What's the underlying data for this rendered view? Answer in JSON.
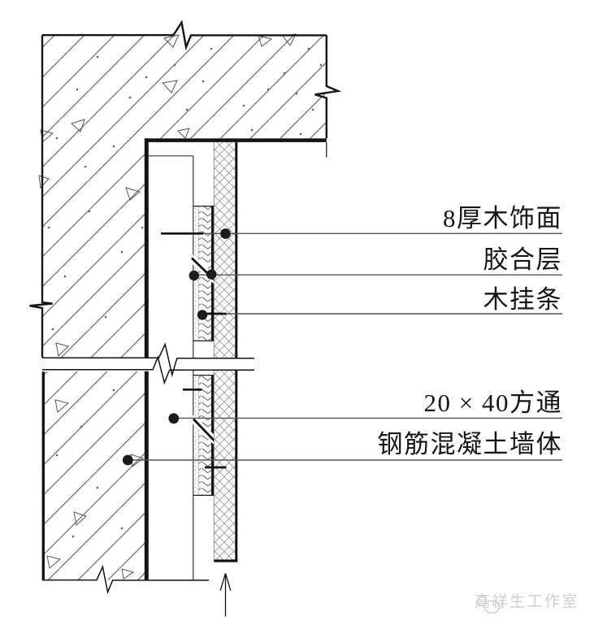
{
  "callouts": {
    "veneer": "8厚木饰面",
    "glue": "胶合层",
    "batten": "木挂条",
    "tube": "20 × 40方通",
    "wall": "钢筋混凝土墙体"
  },
  "watermark": {
    "studio_name": "高祥生工作室"
  },
  "colors": {
    "line": "#141414",
    "hatch": "#555555",
    "leader": "#555555",
    "watermark": "#cfcfcf"
  }
}
